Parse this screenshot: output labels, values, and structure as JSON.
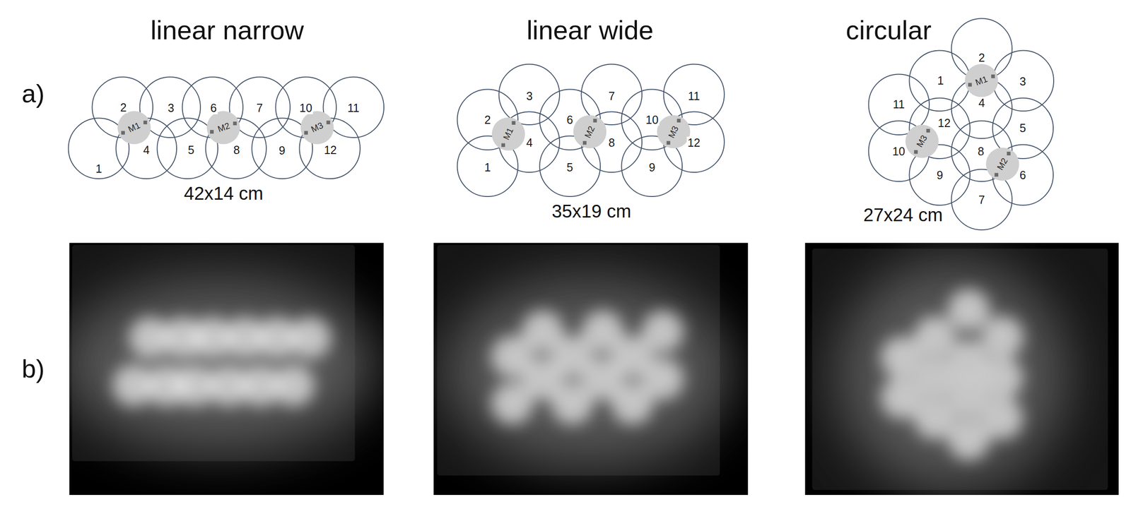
{
  "diagram": {
    "nodes": [
      {
        "text": [
          "1"
        ]
      },
      {
        "text": [
          "2"
        ]
      },
      {
        "text": [
          "3"
        ]
      },
      {
        "text": [
          "4"
        ]
      },
      {
        "text": [
          "5"
        ]
      },
      {
        "text": [
          "6"
        ]
      },
      {
        "text": [
          "7"
        ]
      },
      {
        "text": [
          "8"
        ]
      },
      {
        "text": [
          "9"
        ]
      },
      {
        "text": [
          "10"
        ]
      },
      {
        "text": [
          "11"
        ]
      },
      {
        "text": [
          "12"
        ]
      },
      {
        "text": [
          "M1"
        ]
      },
      {
        "text": [
          "M2"
        ]
      },
      {
        "text": [
          "M3"
        ]
      },
      {
        "text": [
          "1"
        ]
      },
      {
        "text": [
          "2"
        ]
      },
      {
        "text": [
          "3"
        ]
      },
      {
        "text": [
          "4"
        ]
      },
      {
        "text": [
          "5"
        ]
      },
      {
        "text": [
          "6"
        ]
      },
      {
        "text": [
          "7"
        ]
      },
      {
        "text": [
          "8"
        ]
      },
      {
        "text": [
          "9"
        ]
      },
      {
        "text": [
          "10"
        ]
      },
      {
        "text": [
          "11"
        ]
      },
      {
        "text": [
          "12"
        ]
      },
      {
        "text": [
          "M1"
        ]
      },
      {
        "text": [
          "M2"
        ]
      },
      {
        "text": [
          "M3"
        ]
      },
      {
        "text": [
          "1"
        ]
      },
      {
        "text": [
          "2"
        ]
      },
      {
        "text": [
          "3"
        ]
      },
      {
        "text": [
          "4"
        ]
      },
      {
        "text": [
          "5"
        ]
      },
      {
        "text": [
          "6"
        ]
      },
      {
        "text": [
          "7"
        ]
      },
      {
        "text": [
          "8"
        ]
      },
      {
        "text": [
          "9"
        ]
      },
      {
        "text": [
          "10"
        ]
      },
      {
        "text": [
          "11"
        ]
      },
      {
        "text": [
          "12"
        ]
      },
      {
        "text": [
          "M1"
        ]
      },
      {
        "text": [
          "M2"
        ]
      },
      {
        "text": [
          "M3"
        ]
      }
    ],
    "labels": [
      "linear narrow",
      "linear wide",
      "circular",
      "a)",
      "42x14 cm",
      "35x19 cm",
      "27x24 cm",
      "b)"
    ]
  }
}
